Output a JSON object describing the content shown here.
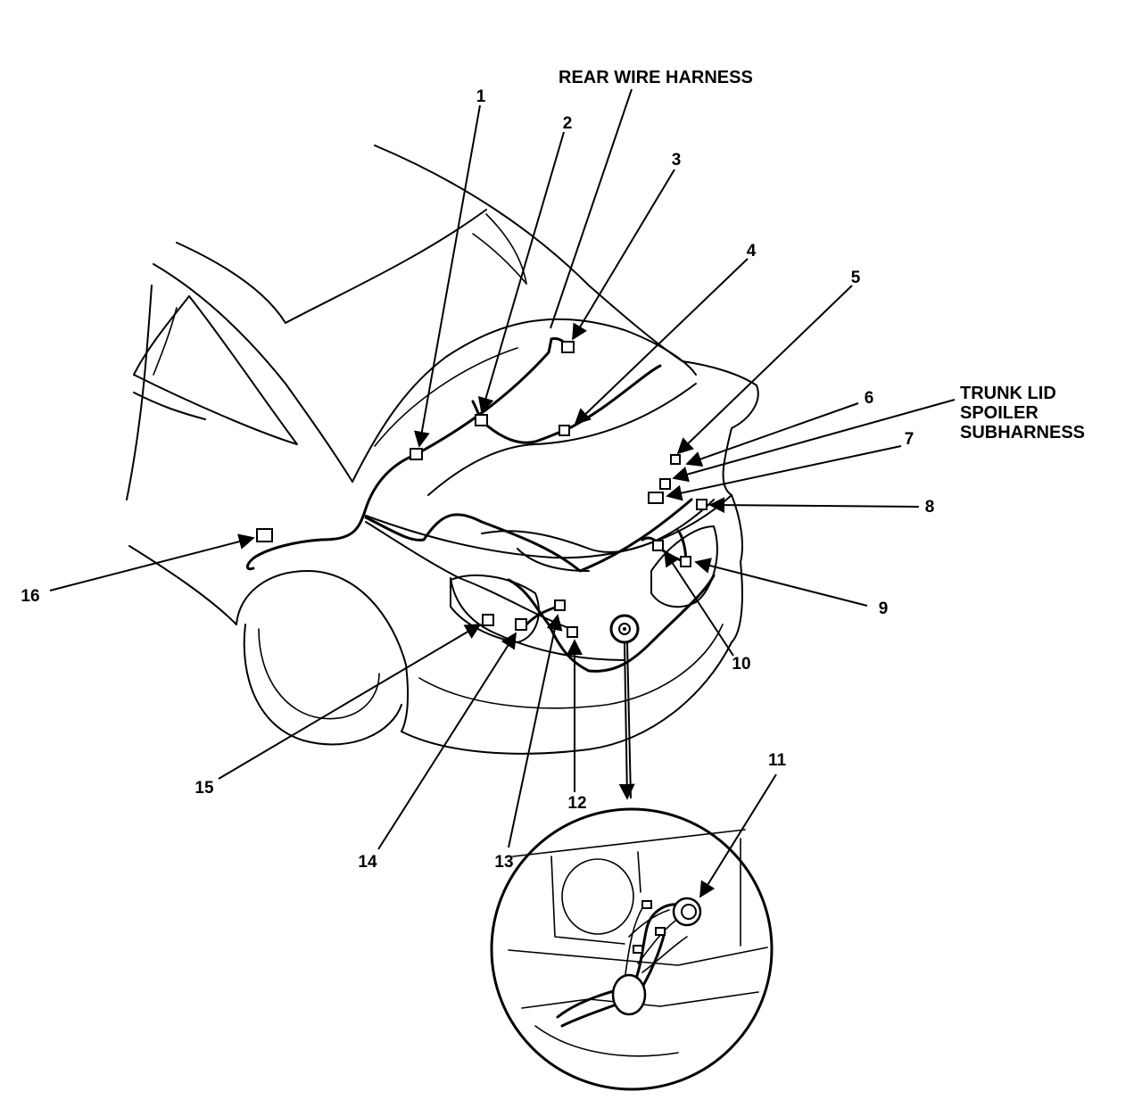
{
  "titles": {
    "rear_wire_harness": "REAR WIRE HARNESS",
    "trunk_lid_line1": "TRUNK LID",
    "trunk_lid_line2": "SPOILER",
    "trunk_lid_line3": "SUBHARNESS"
  },
  "callouts": [
    "1",
    "2",
    "3",
    "4",
    "5",
    "6",
    "7",
    "8",
    "9",
    "10",
    "11",
    "12",
    "13",
    "14",
    "15",
    "16"
  ]
}
